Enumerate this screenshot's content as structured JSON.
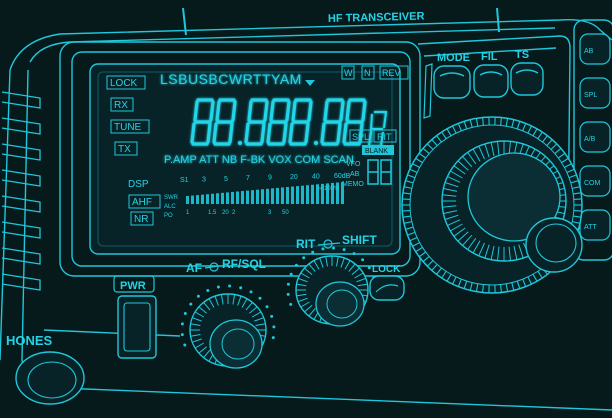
{
  "title": "HF TRANSCEIVER",
  "colors": {
    "background": "#061a1c",
    "line": "#1fc7da",
    "bright": "#3ef0ff",
    "dim": "#0e5e68"
  },
  "display": {
    "left_tags": [
      "LOCK",
      "RX",
      "TUNE",
      "TX"
    ],
    "mode_indicator": "LSBUSBCWRTTYAM",
    "frequency_digits": "8.888.8.8.8.8",
    "right_tags": [
      "W",
      "N",
      "REV"
    ],
    "function_row": "P.AMP ATT NB F-BK VOX COM SCAN",
    "spl": "SPL",
    "rit": "RIT",
    "blank": "BLANK",
    "db_label": "60dB",
    "vfo_ab": "VFO",
    "ab": "AB",
    "memo": "MEMO",
    "dsp_tags": [
      "DSP",
      "AHF",
      "NR"
    ],
    "meter_labels": [
      "SWR",
      "ALC",
      "PO"
    ],
    "s_scale": [
      "S1",
      "3",
      "5",
      "7",
      "9",
      "20",
      "40",
      "60dB"
    ],
    "po_scale": [
      "1",
      "1.5",
      "20",
      "2",
      "3",
      "50"
    ],
    "percent": "∞ 100%"
  },
  "buttons": {
    "mode": "MODE",
    "fil": "FIL",
    "ts": "TS"
  },
  "side_keys": [
    "AB",
    "SPL",
    "A/B",
    "COM",
    "ATT"
  ],
  "controls": {
    "pwr": "PWR",
    "af_knob": "AF",
    "af_sub": "RF/SQL",
    "rit_knob": "RIT",
    "rit_sub": "SHIFT",
    "lock": "LOCK",
    "phones": "HONES"
  }
}
